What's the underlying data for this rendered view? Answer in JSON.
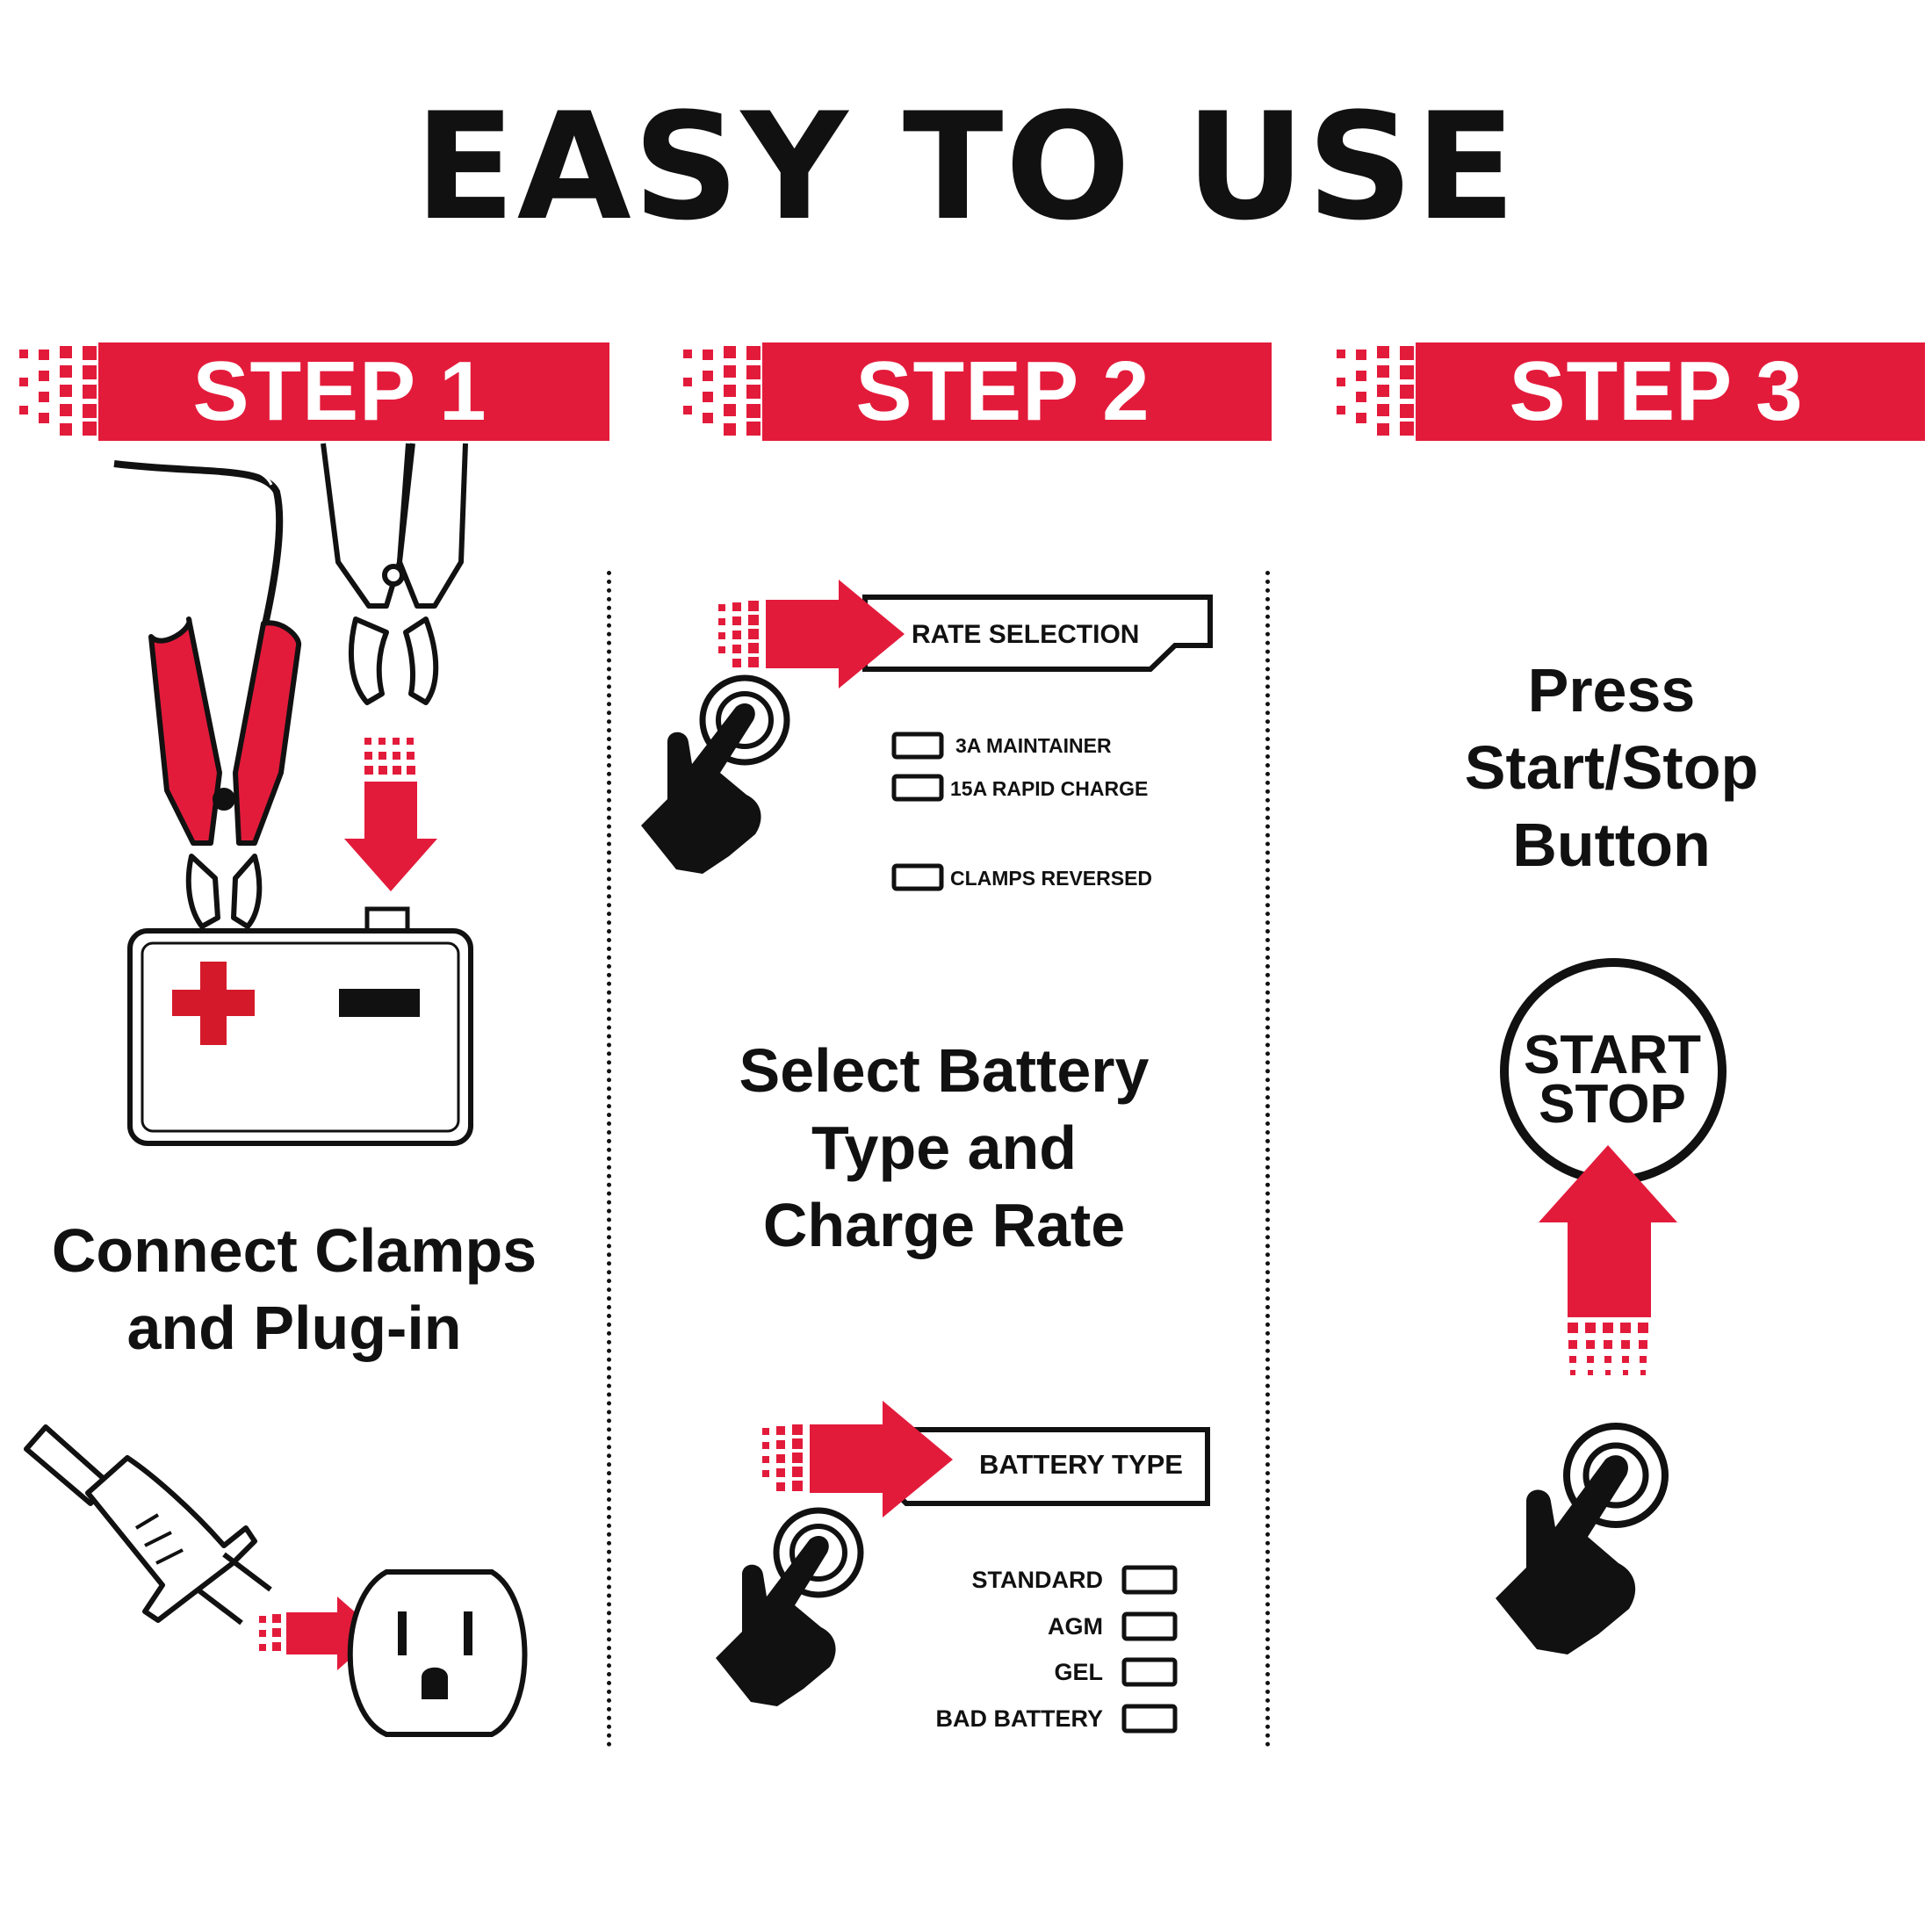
{
  "title": "EASY TO USE",
  "steps": [
    {
      "label": "STEP 1",
      "caption_lines": [
        "Connect Clamps",
        "and Plug-in"
      ]
    },
    {
      "label": "STEP 2",
      "caption_lines": [
        "Select Battery",
        "Type and",
        "Charge Rate"
      ]
    },
    {
      "label": "STEP 3",
      "caption_lines": [
        "Press",
        "Start/Stop",
        "Button"
      ]
    }
  ],
  "rate_panel": {
    "heading": "RATE SELECTION",
    "options": [
      "3A MAINTAINER",
      "15A RAPID CHARGE",
      "CLAMPS REVERSED"
    ]
  },
  "battery_panel": {
    "heading": "BATTERY TYPE",
    "options": [
      "STANDARD",
      "AGM",
      "GEL",
      "BAD BATTERY"
    ]
  },
  "start_button": {
    "line1": "START",
    "line2": "STOP"
  },
  "colors": {
    "accent": "#e31b3b",
    "ink": "#111111",
    "background": "#ffffff"
  }
}
